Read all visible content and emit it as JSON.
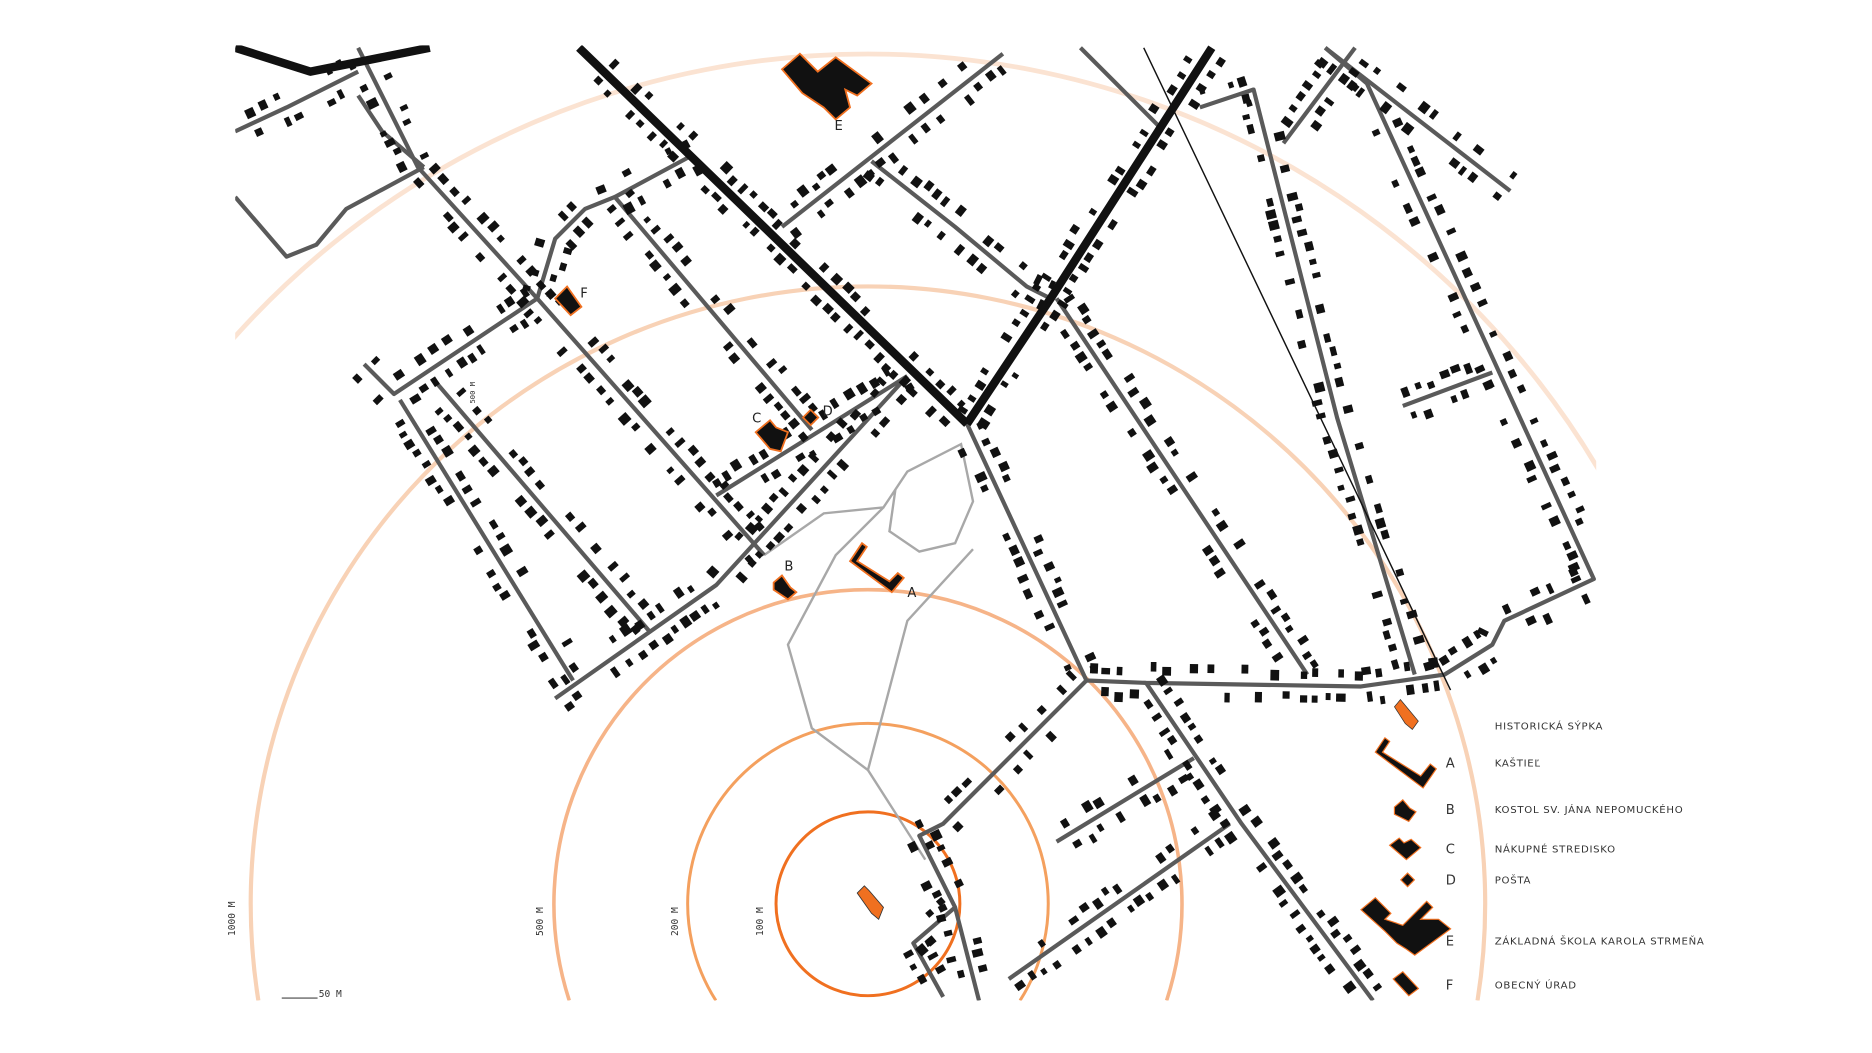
{
  "colors": {
    "accent": "#f07020",
    "ring_strong": "#f07020",
    "ring_mid": "#f4a56a",
    "ring_light": "#f8c9a4",
    "ring_faint": "#fbe3d2",
    "road": "#5a5a5a",
    "main_road": "#111111",
    "path": "#a8a8a8",
    "building": "#111111"
  },
  "map_labels": {
    "A": "A",
    "B": "B",
    "C": "C",
    "D": "D",
    "E": "E",
    "F": "F",
    "inner_500": "500 M"
  },
  "radius_labels": {
    "r1000": "1000 M",
    "r500": "500 M",
    "r200": "200 M",
    "r100": "100 M"
  },
  "scale_bar": {
    "label": "50 M"
  },
  "legend": [
    {
      "letter": "",
      "label": "HISTORICKÁ SÝPKA",
      "icon": "granary-icon"
    },
    {
      "letter": "A",
      "label": "KAŠTIEĽ",
      "icon": "manor-icon"
    },
    {
      "letter": "B",
      "label": "KOSTOL SV. JÁNA NEPOMUCKÉHO",
      "icon": "church-icon"
    },
    {
      "letter": "C",
      "label": "NÁKUPNÉ STREDISKO",
      "icon": "shopping-centre-icon"
    },
    {
      "letter": "D",
      "label": "POŠTA",
      "icon": "post-office-icon"
    },
    {
      "letter": "E",
      "label": "ZÁKLADNÁ ŠKOLA KAROLA STRMEŇA",
      "icon": "school-icon"
    },
    {
      "letter": "F",
      "label": "OBECNÝ ÚRAD",
      "icon": "town-hall-icon"
    }
  ]
}
